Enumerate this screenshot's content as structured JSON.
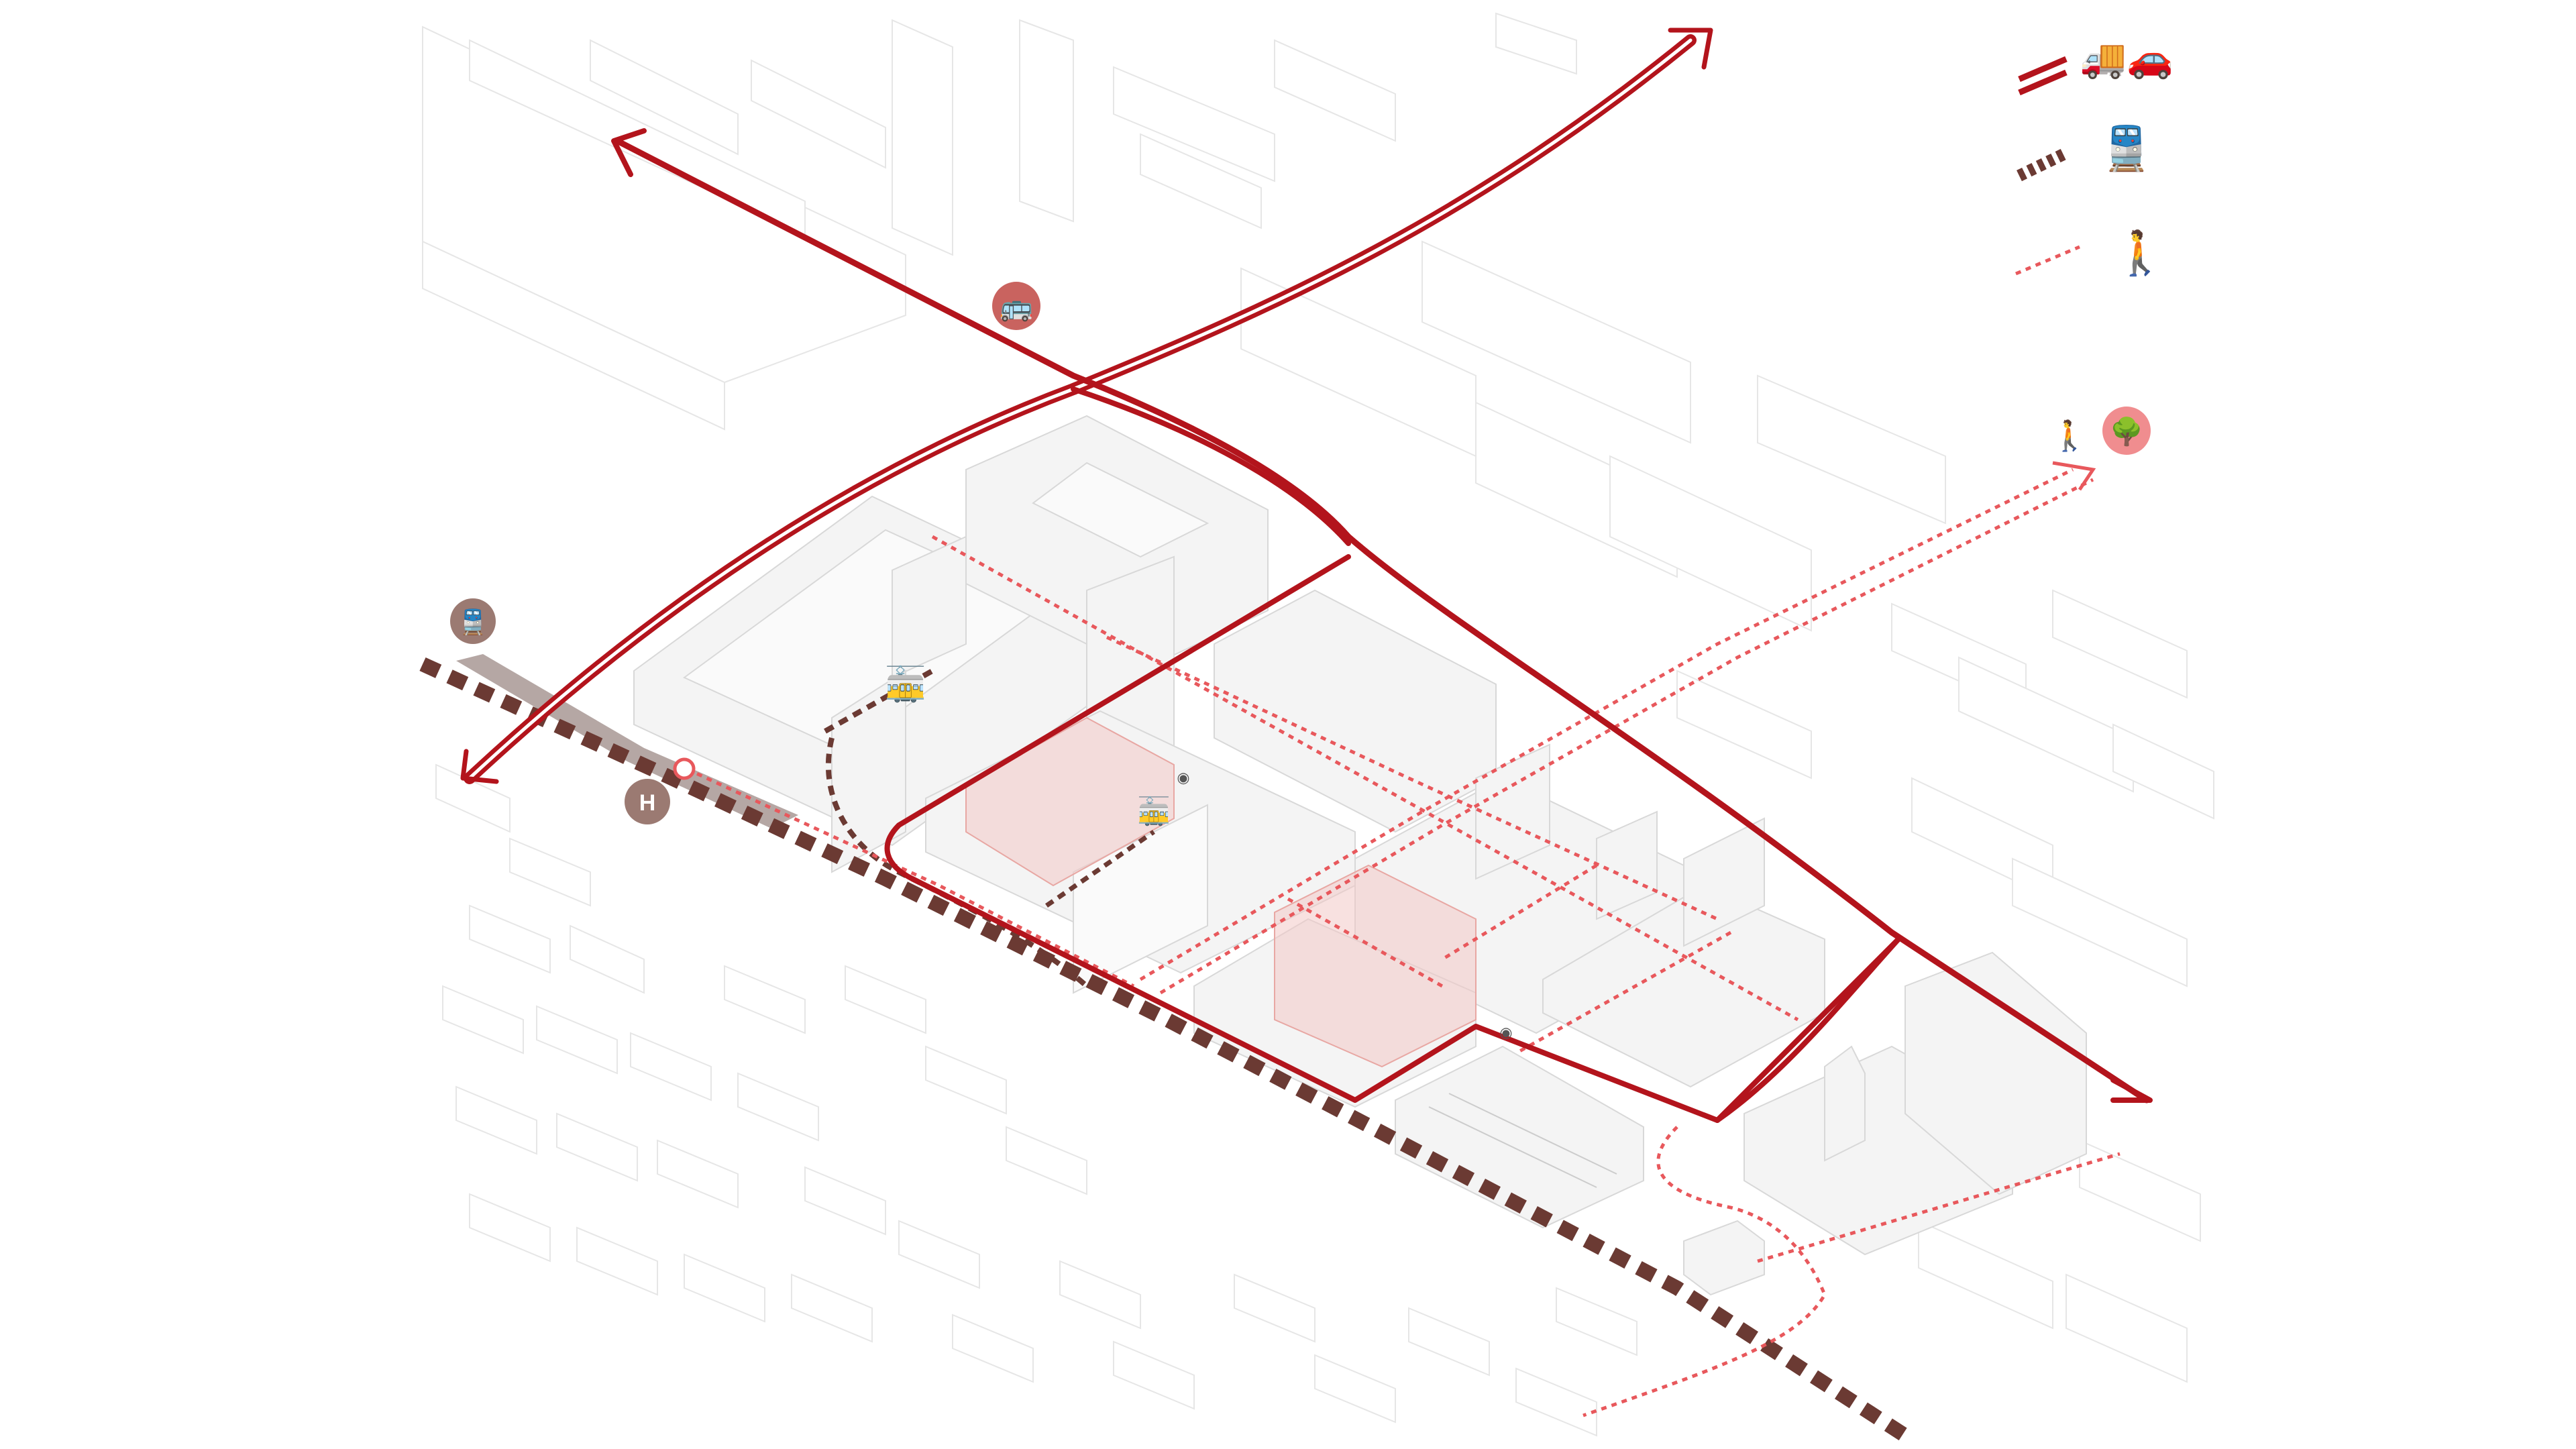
{
  "colors": {
    "road": "#b3141c",
    "rail": "#6b3a33",
    "pedestrian": "#e8585c",
    "building_fill": "#f4f4f4",
    "context_line": "#e6e6e6",
    "highlight": "#f2c9c6",
    "badge_rail": "#9b7a72",
    "badge_bus": "#c9635f",
    "badge_park": "#f08d8f"
  },
  "legend": {
    "items": [
      {
        "line_style": "double-solid",
        "icon": "traffic-vehicles-icon",
        "glyphs": "🚚🚗"
      },
      {
        "line_style": "dashed-rail",
        "icon": "train-icon",
        "glyphs": "🚆"
      },
      {
        "line_style": "dotted",
        "icon": "pedestrian-icon",
        "glyphs": "🚶"
      }
    ]
  },
  "markers": {
    "bus_stop": {
      "icon": "bus-stop-icon",
      "glyph": "🚌"
    },
    "rail_station": {
      "icon": "train-station-icon",
      "glyph": "🚆"
    },
    "park": {
      "icon": "park-tree-icon",
      "glyph": "🌳",
      "walker_glyph": "🚶"
    },
    "stop_h": {
      "icon": "stop-h-icon",
      "letter": "H"
    },
    "tram_glyph": "🚋",
    "parking_glyph": "◉"
  }
}
